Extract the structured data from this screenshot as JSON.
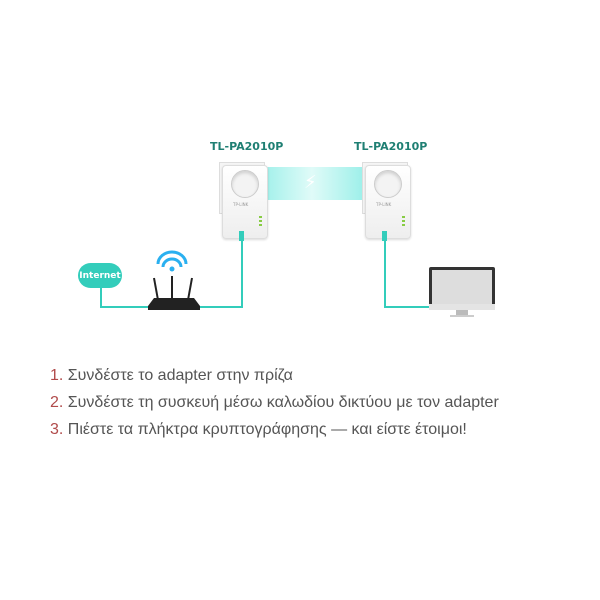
{
  "devices": {
    "adapter_left": "TL-PA2010P",
    "adapter_right": "TL-PA2010P",
    "cloud": "Internet",
    "brand": "TP-LINK"
  },
  "colors": {
    "cable": "#33cdbb",
    "label": "#1f7f73",
    "number": "#b04a4a"
  },
  "steps": [
    {
      "num": "1.",
      "text": " Συνδέστε το adapter στην πρίζα"
    },
    {
      "num": "2.",
      "text": " Συνδέστε τη συσκευή μέσω καλωδίου δικτύου με τον adapter"
    },
    {
      "num": "3.",
      "text": " Πιέστε τα πλήκτρα κρυπτογράφησης — και είστε έτοιμοι!"
    }
  ]
}
